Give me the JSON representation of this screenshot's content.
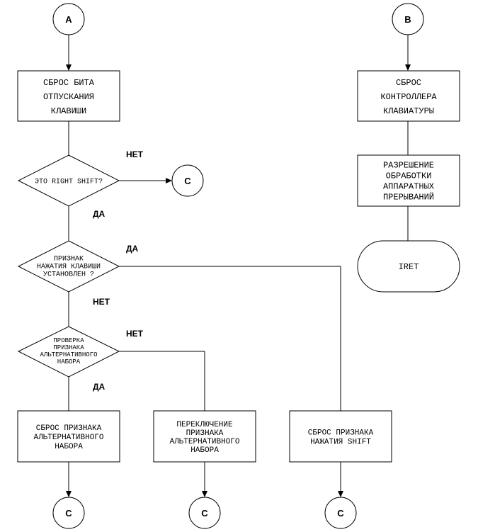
{
  "connectors": {
    "a": "A",
    "b": "B",
    "c": "C"
  },
  "boxes": {
    "reset_release_bit": [
      "СБРОС БИТА",
      "ОТПУСКАНИЯ",
      "КЛАВИШИ"
    ],
    "reset_controller": [
      "СБРОС",
      "КОНТРОЛЛЕРА",
      "КЛАВИАТУРЫ"
    ],
    "enable_interrupts": [
      "РАЗРЕШЕНИЕ",
      "ОБРАБОТКИ",
      "АППАРАТНЫХ",
      "ПРЕРЫВАНИЙ"
    ],
    "reset_alt_flag": [
      "СБРОС ПРИЗНАКА",
      "АЛЬТЕРНАТИВНОГО",
      "НАБОРА"
    ],
    "toggle_alt_flag": [
      "ПЕРЕКЛЮЧЕНИЕ",
      "ПРИЗНАКА",
      "АЛЬТЕРНАТИВНОГО",
      "НАБОРА"
    ],
    "reset_shift_flag": [
      "СБРОС ПРИЗНАКА",
      "НАЖАТИЯ SHIFT"
    ]
  },
  "terminal": {
    "iret": "IRET"
  },
  "decisions": {
    "is_right_shift": [
      "ЭТО RIGHT SHIFT?"
    ],
    "press_flag_set": [
      "ПРИЗНАК",
      "НАЖАТИЯ КЛАВИШИ",
      "УСТАНОВЛЕН ?"
    ],
    "check_alt_flag": [
      "ПРОВЕРКА",
      "ПРИЗНАКА",
      "АЛЬТЕРНАТИВНОГО",
      "НАБОРА"
    ]
  },
  "labels": {
    "yes": "ДА",
    "no": "НЕТ"
  }
}
